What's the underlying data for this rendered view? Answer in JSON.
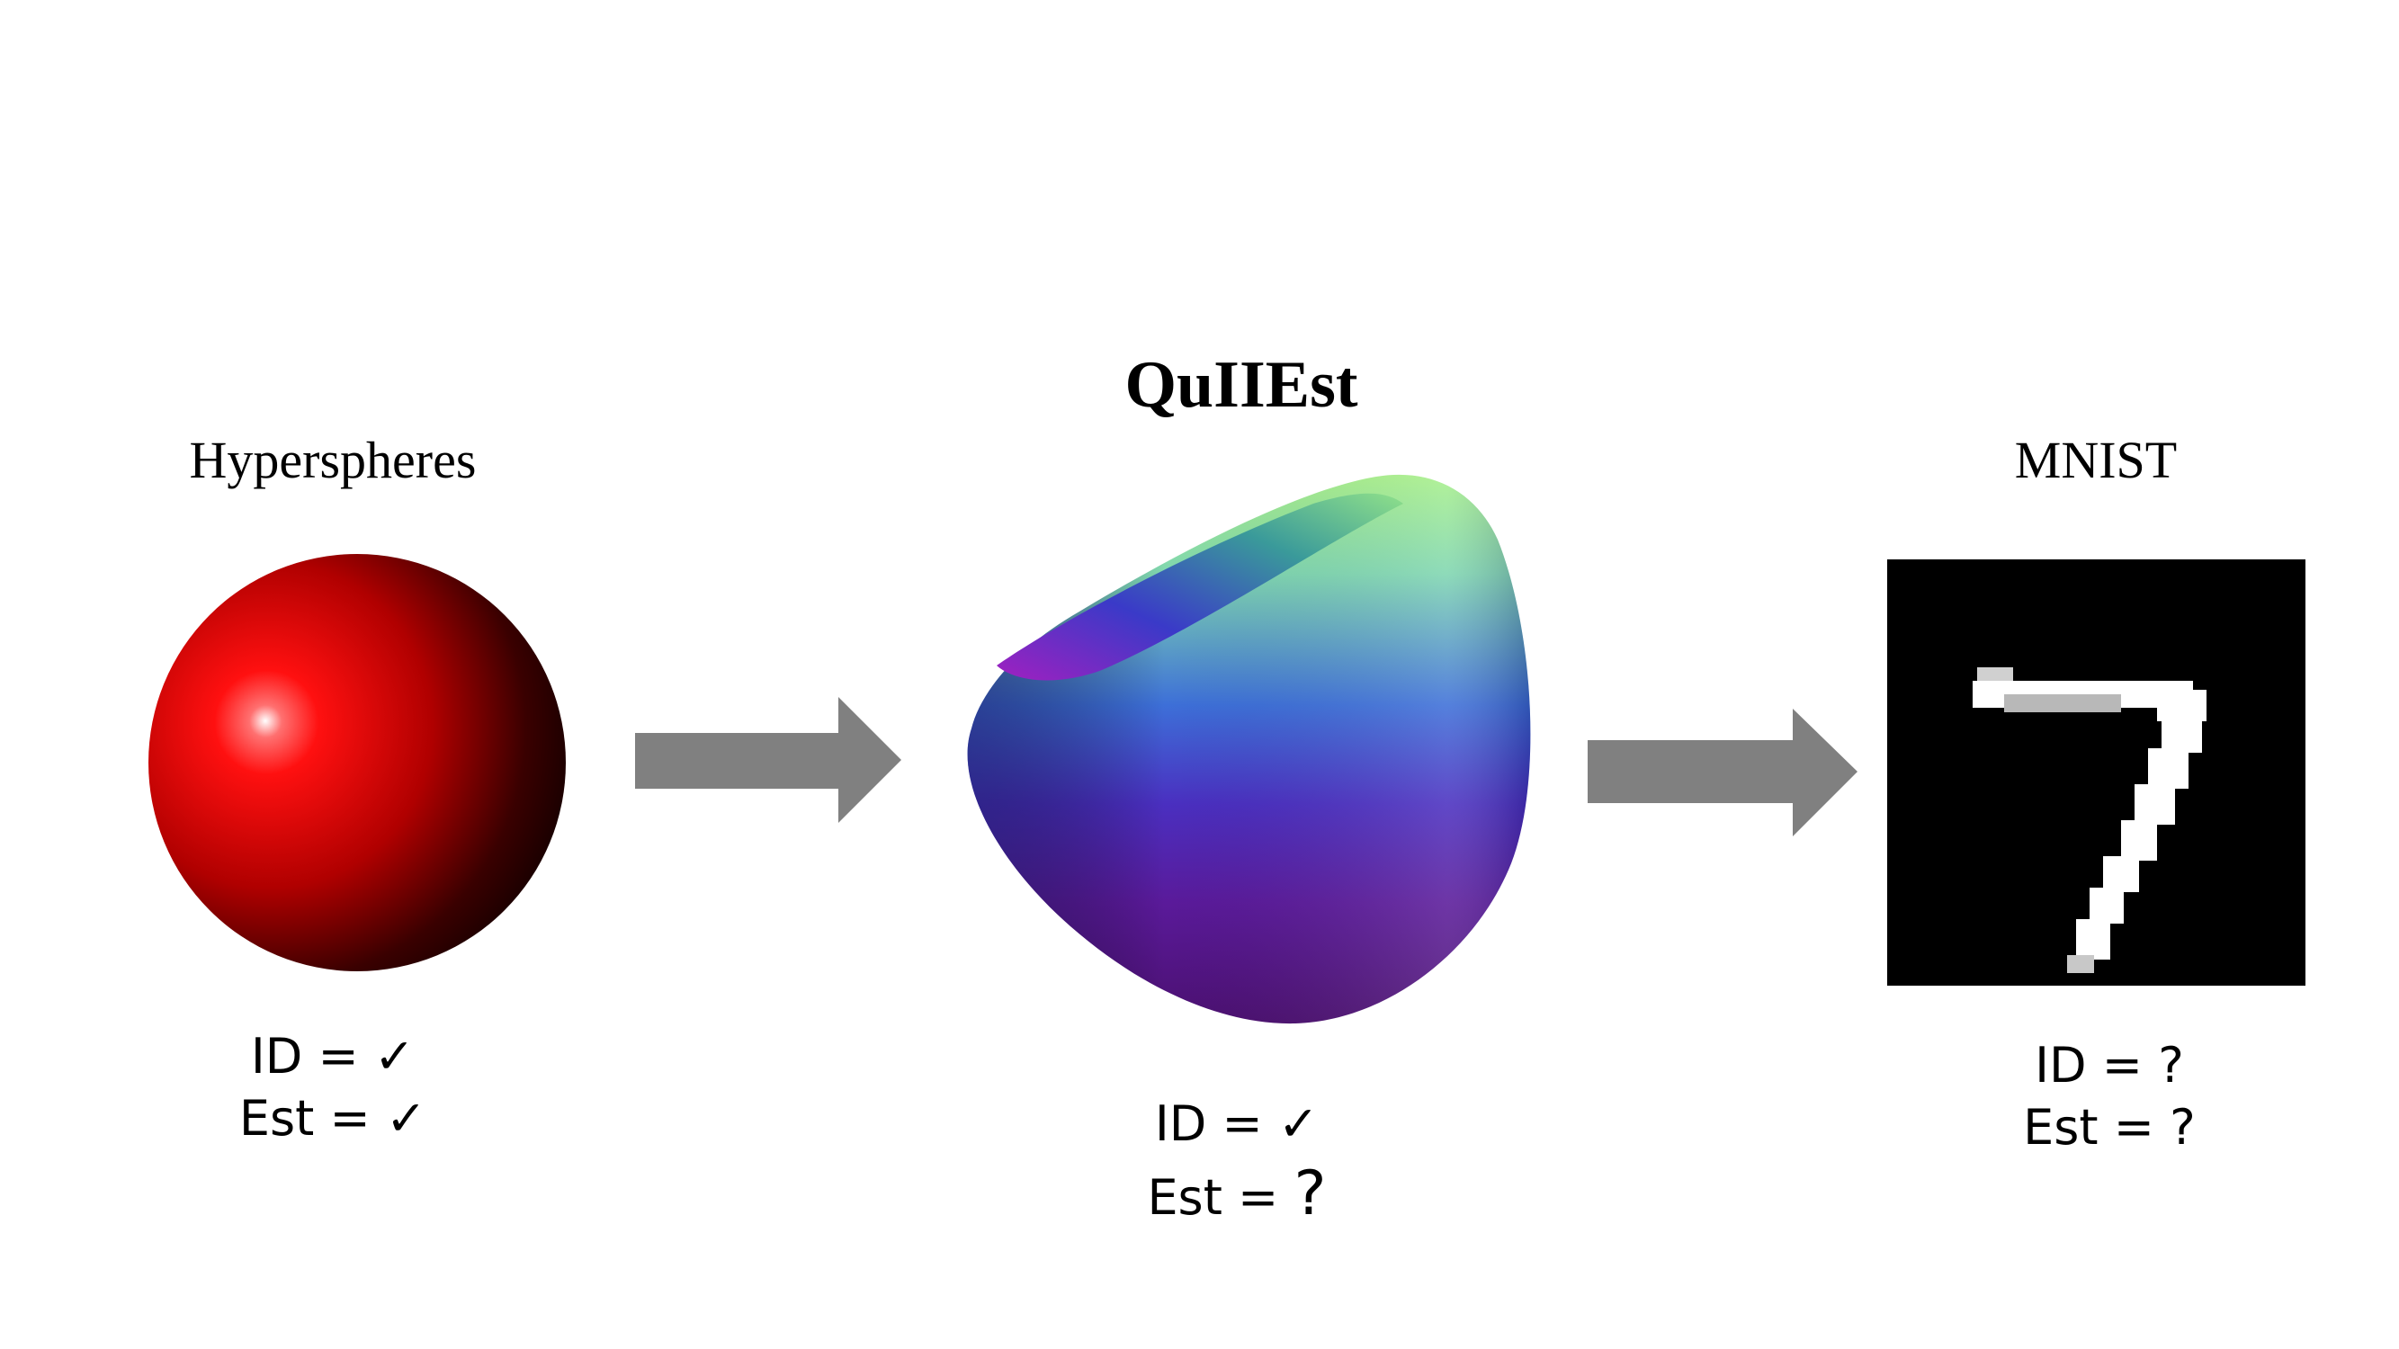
{
  "diagram": {
    "title": "QuIIEst",
    "panels": [
      {
        "label": "Hyperspheres",
        "id_label": "ID = ",
        "id_value": "✓",
        "est_label": "Est = ",
        "est_value": "✓"
      },
      {
        "id_label": "ID = ",
        "id_value": "✓",
        "est_label": "Est = ",
        "est_value": "?"
      },
      {
        "label": "MNIST",
        "id_label": "ID = ",
        "id_value": "?",
        "est_label": "Est = ",
        "est_value": "?"
      }
    ]
  },
  "colors": {
    "sphere": "#ee0e12",
    "arrow": "#808080",
    "mnist_background": "#000000",
    "mnist_digit": "#ffffff"
  }
}
